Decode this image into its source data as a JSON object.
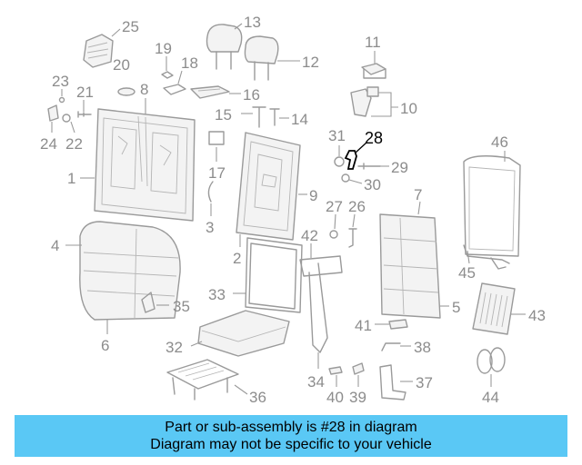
{
  "callouts": {
    "c1": "1",
    "c2": "2",
    "c3": "3",
    "c4": "4",
    "c5": "5",
    "c6": "6",
    "c7": "7",
    "c8": "8",
    "c9": "9",
    "c10": "10",
    "c11": "11",
    "c12": "12",
    "c13": "13",
    "c14": "14",
    "c15": "15",
    "c16": "16",
    "c17": "17",
    "c18": "18",
    "c19": "19",
    "c20": "20",
    "c21": "21",
    "c22": "22",
    "c23": "23",
    "c24": "24",
    "c25": "25",
    "c26": "26",
    "c27": "27",
    "c28": "28",
    "c29": "29",
    "c30": "30",
    "c31": "31",
    "c32": "32",
    "c33": "33",
    "c34": "34",
    "c35": "35",
    "c36": "36",
    "c37": "37",
    "c38": "38",
    "c39": "39",
    "c40": "40",
    "c41": "41",
    "c42": "42",
    "c43": "43",
    "c44": "44",
    "c45": "45",
    "c46": "46"
  },
  "highlighted_part": "28",
  "colors": {
    "banner": "#5ac8f5",
    "line_art": "#9a9a9a",
    "highlight": "#000000"
  },
  "info_bar": {
    "line1": "Part or sub-assembly is #28 in diagram",
    "line2": "Diagram may not be specific to your vehicle"
  }
}
